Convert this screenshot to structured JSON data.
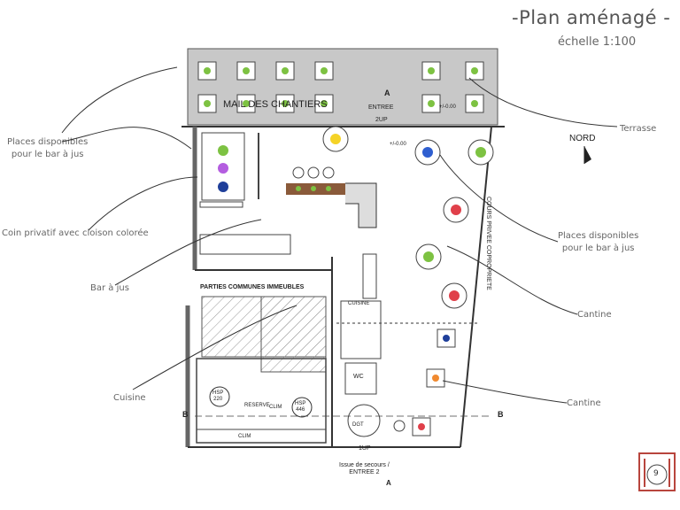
{
  "header": {
    "title": "-Plan aménagé -",
    "subtitle": "échelle 1:100"
  },
  "annotations": {
    "bar_jus_places_left": [
      "Places disponibles",
      "pour le bar à jus"
    ],
    "coin_privatif": "Coin privatif avec cloison colorée",
    "bar_a_jus": "Bar à jus",
    "cuisine": "Cuisine",
    "terrasse": "Terrasse",
    "bar_jus_places_right": [
      "Places disponibles",
      "pour le bar à jus"
    ],
    "cantine_1": "Cantine",
    "cantine_2": "Cantine"
  },
  "plan_labels": {
    "mail_des_chantiers": "MAIL DES CHANTIERS",
    "entree": "ENTREE",
    "entree_marker": "A",
    "up2": "2UP",
    "nord": "NORD",
    "cours_privee": "COURS PRIVEE COPROPRIETE",
    "parties_communes": "PARTIES COMMUNES IMMEUBLES",
    "cuisine_label": "CUISINE",
    "wc": "WC",
    "reserve": "RESERVE",
    "clim1": "CLIM",
    "clim2": "CLIM",
    "hsp220": [
      "HSP",
      "220"
    ],
    "hsp446": [
      "HSP",
      "446"
    ],
    "dgt": "DGT",
    "up1": "1UP",
    "issue_secours": [
      "Issue de secours /",
      "ENTREE 2"
    ],
    "section_b_left": "B",
    "section_b_right": "B",
    "bottom_marker": "A",
    "level_plus": "+/-0.00",
    "level_terrace": "+/-0.00"
  },
  "page_number": "9",
  "colors": {
    "terrace": "#c8c8c8",
    "green": "#7dc242",
    "yellow": "#f5d327",
    "blue": "#2f5fd0",
    "purple": "#b45de0",
    "navy": "#1f3f9a",
    "red": "#e0404a",
    "orange": "#f08a30",
    "logo": "#b8453d"
  }
}
